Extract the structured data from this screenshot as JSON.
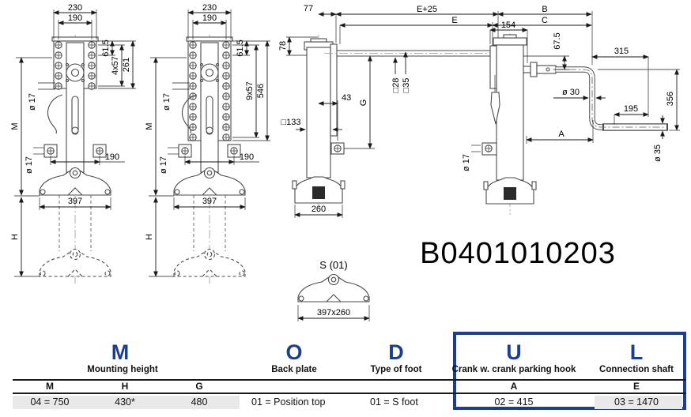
{
  "part_number": "B0401010203",
  "colors": {
    "accent": "#1c3e91",
    "row_bg": "#e9e9e9",
    "line": "#1a1a1a"
  },
  "drawings": {
    "front_short": {
      "w230": "230",
      "w190": "190",
      "h61": "61.5",
      "holes": "4x57",
      "hplate": "261",
      "dia17_top": "ø 17",
      "m": "M",
      "dia17_bot": "ø 17",
      "w190_b": "190",
      "w397": "397",
      "h": "H"
    },
    "front_tall": {
      "w230": "230",
      "w190": "190",
      "h61": "61.5",
      "holes": "9x57",
      "hplate": "546",
      "dia17_top": "ø 17",
      "m": "M",
      "dia17_bot": "ø 17",
      "w190_b": "190",
      "w397": "397",
      "h": "H"
    },
    "side": {
      "w77": "77",
      "h78": "78",
      "e_plus": "E+25",
      "e": "E",
      "sq28": "□28",
      "sq35": "□35",
      "w43": "43",
      "g": "G",
      "sq133": "□133",
      "w260": "260"
    },
    "crank": {
      "b": "B",
      "c": "C",
      "w154": "154",
      "h67": "67.5",
      "w315": "315",
      "dia30": "ø 30",
      "w195": "195",
      "h356": "356",
      "a": "A",
      "dia35": "ø 35",
      "dia17": "ø 17"
    },
    "foot_detail": {
      "label": "S (01)",
      "size": "397x260"
    }
  },
  "table": {
    "columns": [
      {
        "letter": "M",
        "title": "Mounting height",
        "subcols": [
          "M",
          "H",
          "G"
        ],
        "values": [
          "04  =  750",
          "430*",
          "480"
        ]
      },
      {
        "letter": "O",
        "title": "Back plate",
        "value": "01  =  Position top"
      },
      {
        "letter": "D",
        "title": "Type of foot",
        "value": "01  = S foot"
      },
      {
        "letter": "U",
        "title": "Crank w. crank parking hook",
        "subcol": "A",
        "value": "02  = 415"
      },
      {
        "letter": "L",
        "title": "Connection shaft",
        "subcol": "E",
        "value": "03  = 1470"
      }
    ]
  }
}
